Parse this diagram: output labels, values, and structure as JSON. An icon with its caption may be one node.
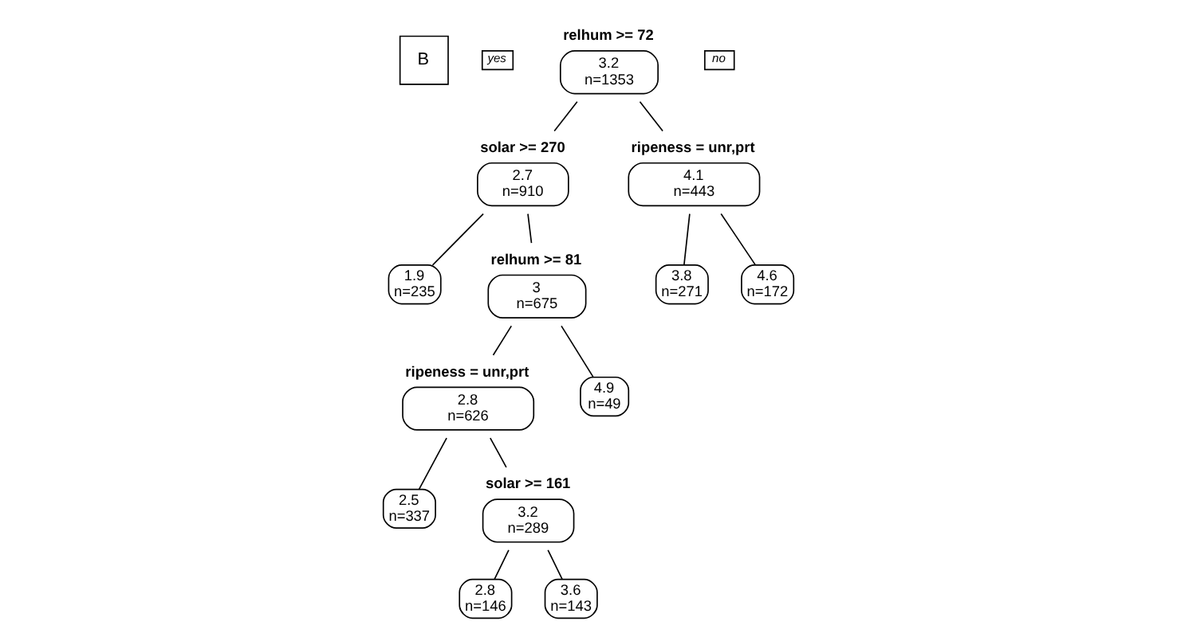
{
  "diagram": {
    "nodes": [
      {
        "text": [
          "B"
        ]
      },
      {
        "text": [
          "yes"
        ]
      },
      {
        "text": [
          "no"
        ]
      },
      {
        "text": [
          "3.2",
          "n=1353"
        ],
        "beside": [
          "relhum >= 72"
        ]
      },
      {
        "text": [
          "2.7",
          "n=910"
        ],
        "beside": [
          "solar >= 270"
        ]
      },
      {
        "text": [
          "1.9",
          "n=235"
        ]
      },
      {
        "text": [
          "3",
          "n=675"
        ],
        "beside": [
          "relhum >= 81"
        ]
      },
      {
        "text": [
          "2.8",
          "n=626"
        ],
        "beside": [
          "ripeness = unr,prt"
        ]
      },
      {
        "text": [
          "2.5",
          "n=337"
        ]
      },
      {
        "text": [
          "3.2",
          "n=289"
        ],
        "beside": [
          "solar >= 161"
        ]
      },
      {
        "text": [
          "2.8",
          "n=146"
        ]
      },
      {
        "text": [
          "3.6",
          "n=143"
        ]
      },
      {
        "text": [
          "4.9",
          "n=49"
        ]
      },
      {
        "text": [
          "4.1",
          "n=443"
        ],
        "beside": [
          "ripeness = unr,prt"
        ]
      },
      {
        "text": [
          "3.8",
          "n=271"
        ]
      },
      {
        "text": [
          "4.6",
          "n=172"
        ]
      }
    ],
    "edges": [
      {
        "from": 3,
        "to": 4,
        "arrow": "none"
      },
      {
        "from": 4,
        "to": 5,
        "arrow": "none"
      },
      {
        "from": 4,
        "to": 6,
        "arrow": "none"
      },
      {
        "from": 6,
        "to": 7,
        "arrow": "none"
      },
      {
        "from": 7,
        "to": 8,
        "arrow": "none"
      },
      {
        "from": 7,
        "to": 9,
        "arrow": "none"
      },
      {
        "from": 9,
        "to": 10,
        "arrow": "none"
      },
      {
        "from": 9,
        "to": 11,
        "arrow": "none"
      },
      {
        "from": 6,
        "to": 12,
        "arrow": "none"
      },
      {
        "from": 3,
        "to": 13,
        "arrow": "none"
      },
      {
        "from": 13,
        "to": 14,
        "arrow": "none"
      },
      {
        "from": 13,
        "to": 15,
        "arrow": "none"
      }
    ]
  }
}
